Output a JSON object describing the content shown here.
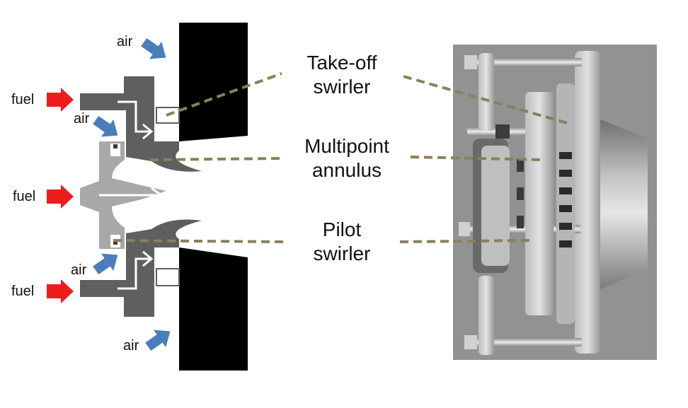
{
  "labels": {
    "fuel": "fuel",
    "air": "air",
    "takeoff_line1": "Take-off",
    "takeoff_line2": "swirler",
    "multipoint_line1": "Multipoint",
    "multipoint_line2": "annulus",
    "pilot_line1": "Pilot",
    "pilot_line2": "swirler"
  },
  "colors": {
    "fuel_arrow": "#ee1c1c",
    "air_arrow": "#4a7ebb",
    "leader_line": "#8b8058",
    "wall": "#000000",
    "body_dark": "#5f5f5f",
    "body_light": "#a8a8a8",
    "flow_path": "#ffffff"
  }
}
